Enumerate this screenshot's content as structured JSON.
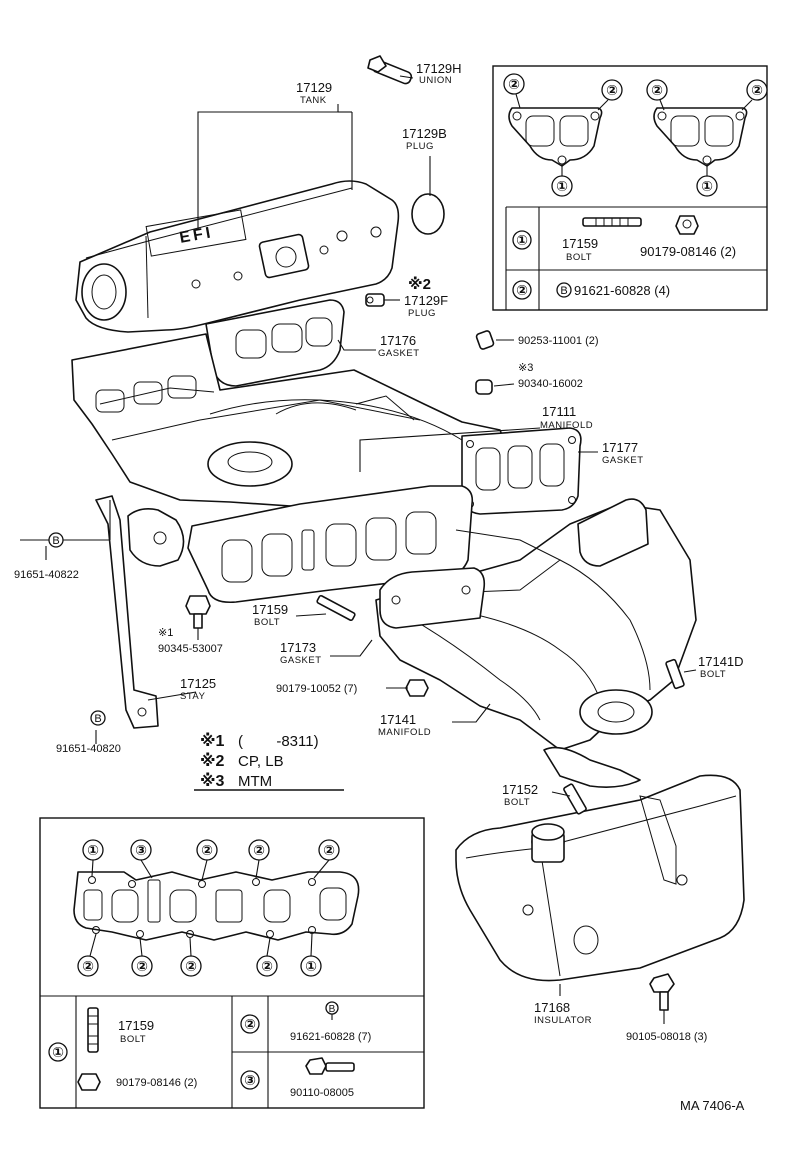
{
  "parts": {
    "p17129H": {
      "num": "17129H",
      "name": "UNION"
    },
    "p17129": {
      "num": "17129",
      "name": "TANK"
    },
    "p17129B": {
      "num": "17129B",
      "name": "PLUG"
    },
    "p17129F": {
      "num": "17129F",
      "name": "PLUG",
      "mark": "※2"
    },
    "p17176": {
      "num": "17176",
      "name": "GASKET"
    },
    "p90253": {
      "num": "90253-11001 (2)"
    },
    "p90340": {
      "num": "90340-16002",
      "mark": "※3"
    },
    "p17111": {
      "num": "17111",
      "name": "MANIFOLD"
    },
    "p17177": {
      "num": "17177",
      "name": "GASKET"
    },
    "p91651a": {
      "num": "91651-40822",
      "badge": "B"
    },
    "p90345": {
      "num": "90345-53007",
      "mark": "※1"
    },
    "p17159": {
      "num": "17159",
      "name": "BOLT"
    },
    "p17173": {
      "num": "17173",
      "name": "GASKET"
    },
    "p17125": {
      "num": "17125",
      "name": "STAY"
    },
    "p90179_10052": {
      "num": "90179-10052 (7)"
    },
    "p17141D": {
      "num": "17141D",
      "name": "BOLT"
    },
    "p17141": {
      "num": "17141",
      "name": "MANIFOLD"
    },
    "p91651b": {
      "num": "91651-40820",
      "badge": "B"
    },
    "p17152": {
      "num": "17152",
      "name": "BOLT"
    },
    "p17168": {
      "num": "17168",
      "name": "INSULATOR"
    },
    "p90105": {
      "num": "90105-08018 (3)"
    }
  },
  "notes": [
    {
      "mark": "※1",
      "text": "(        -8311)"
    },
    {
      "mark": "※2",
      "text": "CP, LB"
    },
    {
      "mark": "※3",
      "text": "MTM"
    }
  ],
  "top_inset": {
    "callouts": [
      "②",
      "②",
      "②",
      "②",
      "①",
      "①"
    ],
    "row1": {
      "id": "①",
      "part1_num": "17159",
      "part1_name": "BOLT",
      "part2_num": "90179-08146 (2)"
    },
    "row2": {
      "id": "②",
      "badge": "B",
      "part_num": "91621-60828 (4)"
    }
  },
  "bottom_inset": {
    "top_callouts": [
      "①",
      "③",
      "②",
      "②",
      "②"
    ],
    "bottom_callouts": [
      "②",
      "②",
      "②",
      "②",
      "①"
    ],
    "row1": {
      "id": "①",
      "part1_num": "17159",
      "part1_name": "BOLT",
      "part2_num": "90179-08146 (2)"
    },
    "cell2": {
      "id": "②",
      "badge": "B",
      "part_num": "91621-60828 (7)"
    },
    "cell3": {
      "id": "③",
      "part_num": "90110-08005"
    }
  },
  "figure_code": "MA  7406-A"
}
